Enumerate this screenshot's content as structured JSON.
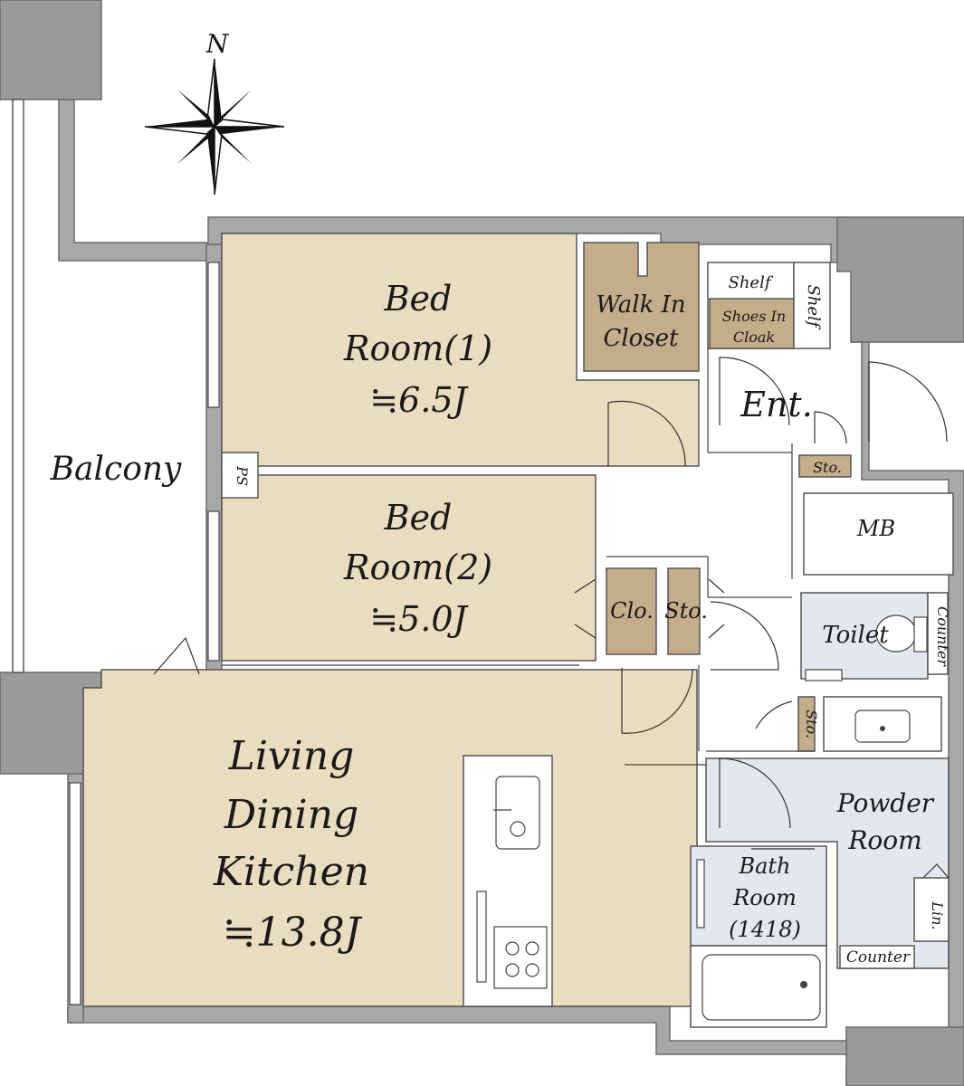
{
  "compass": {
    "north_label": "N"
  },
  "rooms": {
    "bed1": {
      "name_line1": "Bed",
      "name_line2": "Room(1)",
      "size": "≒6.5J"
    },
    "bed2": {
      "name_line1": "Bed",
      "name_line2": "Room(2)",
      "size": "≒5.0J"
    },
    "ldk": {
      "line1": "Living",
      "line2": "Dining",
      "line3": "Kitchen",
      "size": "≒13.8J"
    },
    "walk_in_closet": {
      "line1": "Walk In",
      "line2": "Closet"
    },
    "shelf_top": "Shelf",
    "shelf_side": "Shelf",
    "shoes_in_cloak": {
      "line1": "Shoes In",
      "line2": "Cloak"
    },
    "entrance": "Ent.",
    "sto_entrance": "Sto.",
    "mb": "MB",
    "ps": "PS",
    "balcony": "Balcony",
    "closet": "Clo.",
    "storage": "Sto.",
    "toilet": "Toilet",
    "counter_toilet": "Counter",
    "sto_hall": "Sto.",
    "powder_room": {
      "line1": "Powder",
      "line2": "Room"
    },
    "bath_room": {
      "line1": "Bath",
      "line2": "Room",
      "line3": "(1418)"
    },
    "linen": "Lin.",
    "counter_powder": "Counter"
  }
}
